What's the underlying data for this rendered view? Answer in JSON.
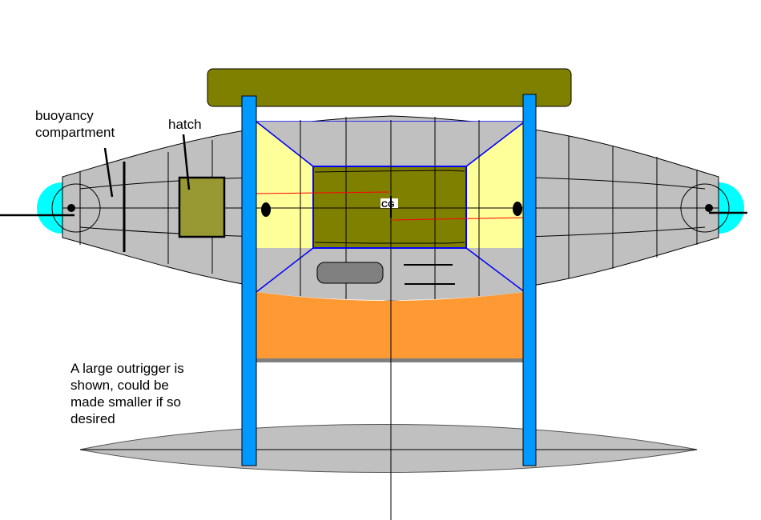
{
  "labels": {
    "buoyancy": "buoyancy compartment",
    "hatch": "hatch",
    "cg": "CG",
    "note": "A large outrigger is shown, could be made smaller if so desired"
  },
  "colors": {
    "hull": "#c0c0c0",
    "aka": "#0099ff",
    "crossbeam": "#808000",
    "cockpit": "#ffff99",
    "deck": "#ff9933",
    "bow": "#00ffff",
    "hatch": "#999933"
  }
}
